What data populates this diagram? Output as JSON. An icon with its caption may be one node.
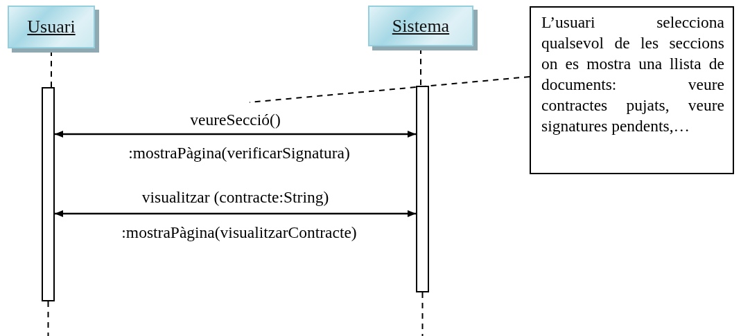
{
  "diagram": {
    "nodes": [
      {
        "text": [
          "Usuari"
        ]
      },
      {
        "text": [
          "Sistema"
        ]
      },
      {
        "text": [],
        "shape": "bar"
      },
      {
        "text": [],
        "shape": "bar"
      },
      {
        "text": [
          "L’usuari selecciona qualsevol de les seccions on es mostra una llista de documents: veure contractes pujats, veure signatures pendents,…"
        ]
      }
    ],
    "edges": [
      {
        "from": 0,
        "to": 2,
        "arrow": "none",
        "style": "dashed"
      },
      {
        "from": 2,
        "to": null,
        "arrow": "none",
        "style": "dashed"
      },
      {
        "from": 1,
        "to": 3,
        "arrow": "none",
        "style": "dashed"
      },
      {
        "from": 3,
        "to": null,
        "arrow": "none",
        "style": "dashed"
      },
      {
        "from": 2,
        "to": 3,
        "arrow": "both",
        "label": "veureSecció()"
      },
      {
        "from": 2,
        "to": 3,
        "arrow": "both",
        "label": "visualitzar (contracte:String)"
      },
      {
        "from": 4,
        "to": null,
        "arrow": "none",
        "style": "dashed"
      }
    ],
    "labels": [
      ":mostraPàgina(verificarSignatura)",
      ":mostraPàgina(visualitzarContracte)"
    ]
  }
}
